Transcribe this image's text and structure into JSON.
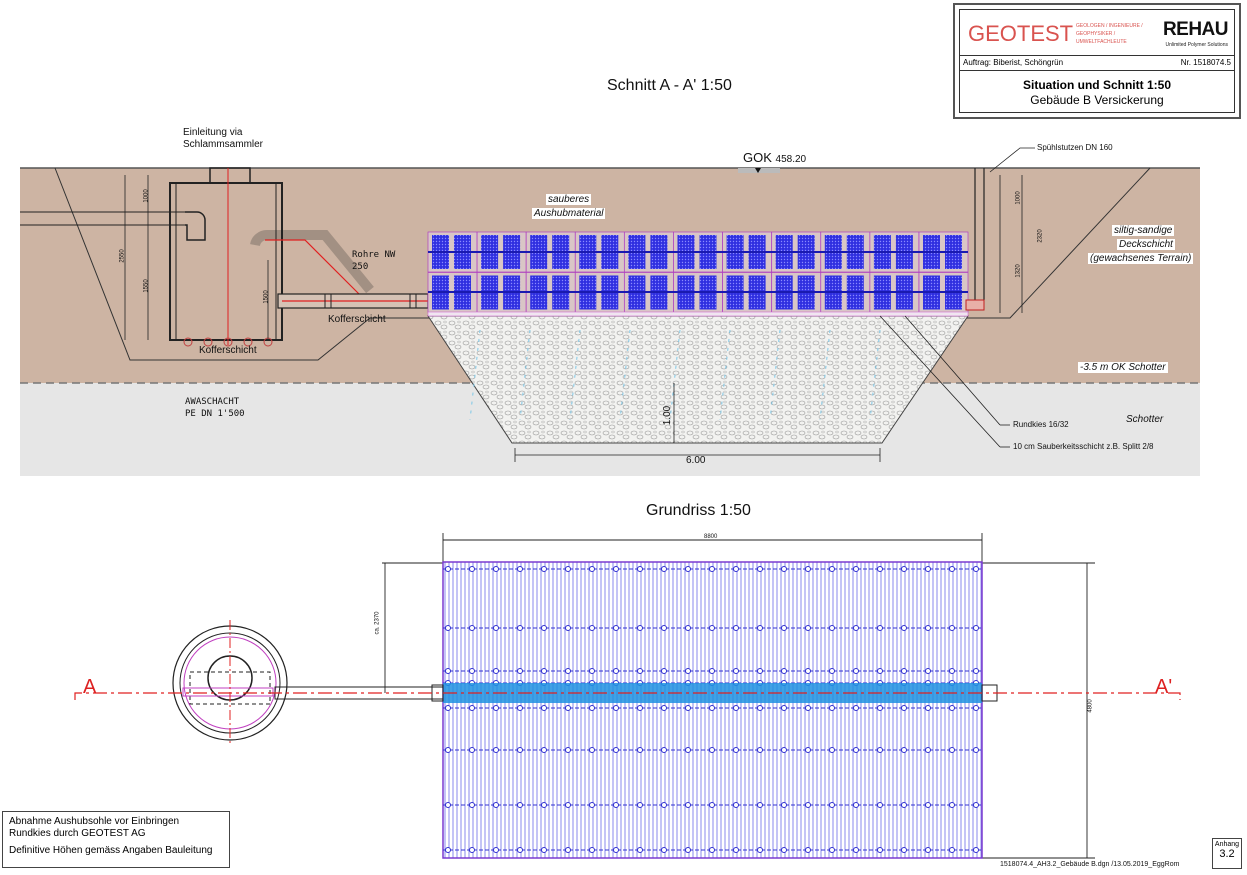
{
  "title_block": {
    "company": "GEOTEST",
    "company_tagline": "GEOLOGEN / INGENIEURE / GEOPHYSIKER / UMWELTFACHLEUTE",
    "partner": "REHAU",
    "partner_tagline": "Unlimited Polymer Solutions",
    "order": "Auftrag: Biberist, Schöngrün",
    "number": "Nr. 1518074.5",
    "title": "Situation und Schnitt 1:50",
    "subtitle": "Gebäude B Versickerung",
    "colors": {
      "geotest": "#d9534f"
    }
  },
  "section": {
    "heading": "Schnitt A - A' 1:50",
    "inlet_label": [
      "Einleitung via",
      "Schlammsammler"
    ],
    "gok_label": "GOK",
    "gok_value": "458.20",
    "fill_label": [
      "sauberes",
      "Aushubmaterial"
    ],
    "pipe_label": [
      "Rohre NW",
      "250"
    ],
    "koffer_1": "Kofferschicht",
    "koffer_2": "Kofferschicht",
    "shaft_label": [
      "AWASCHACHT",
      "PE DN 1'500"
    ],
    "flush_label": "Spühlstutzen DN 160",
    "soil_label": [
      "siltig-sandige",
      "Deckschicht",
      "(gewachsenes Terrain)"
    ],
    "gravel_level": "-3.5 m OK Schotter",
    "gravel_label": "Schotter",
    "rundkies_label": "Rundkies 16/32",
    "sauberkeit_label": "10 cm Sauberkeitsschicht z.B. Splitt 2/8",
    "dims": {
      "d1000a": "1000",
      "d2550": "2550",
      "d1550": "1550",
      "d1500": "1500",
      "d1000b": "1000",
      "d2320": "2320",
      "d1320": "1320",
      "depth": "1.00",
      "width": "6.00"
    },
    "colors": {
      "soil": "#cdb4a3",
      "gravel": "#e8e8e8",
      "module": "#2f2fe0",
      "pipe": "#e02020"
    }
  },
  "plan": {
    "heading": "Grundriss 1:50",
    "section_start": "A",
    "section_end": "A'",
    "dims": {
      "length": "8800",
      "offset": "ca. 2370",
      "width": "4800"
    }
  },
  "notes": {
    "line1": "Abnahme Aushubsohle vor Einbringen",
    "line2": "Rundkies durch GEOTEST AG",
    "line3": "Definitive Höhen gemäss Angaben Bauleitung"
  },
  "footer": {
    "file": "1518074.4_AH3.2_Gebäude B.dgn /13.05.2019_EggRom",
    "anhang_label": "Anhang",
    "anhang_number": "3.2"
  }
}
